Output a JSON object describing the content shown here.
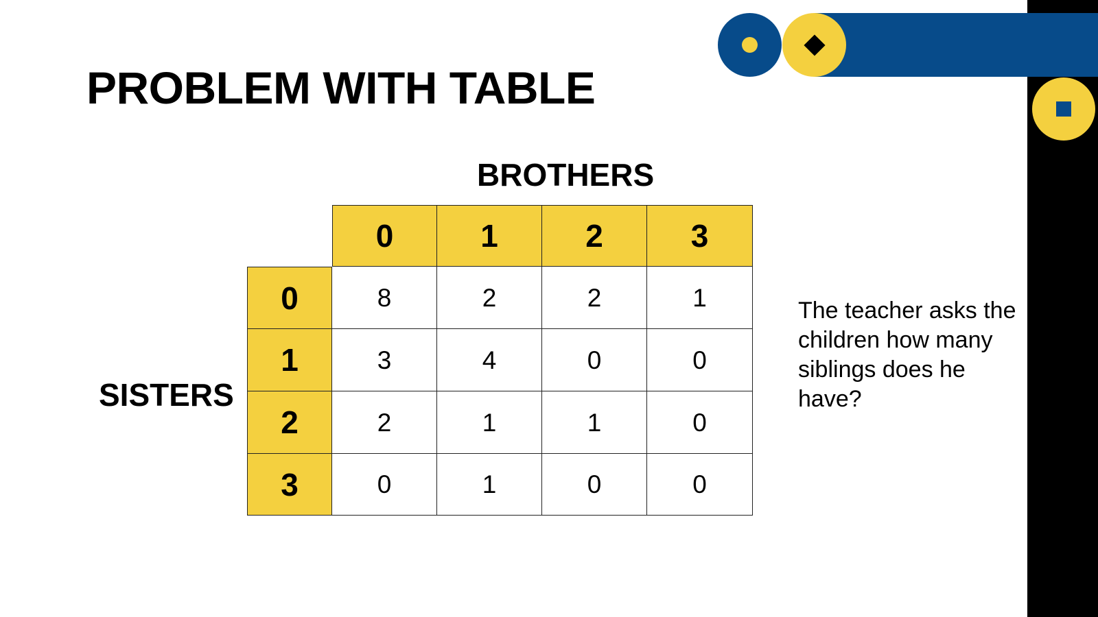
{
  "slide": {
    "title": "PROBLEM WITH TABLE",
    "column_axis_label": "BROTHERS",
    "row_axis_label": "SISTERS",
    "question": "The teacher asks the children how many siblings does he have?"
  },
  "colors": {
    "accent_yellow": "#f4d03f",
    "accent_blue": "#074b8a",
    "strip_black": "#000000",
    "background": "#ffffff"
  },
  "table": {
    "column_headers": [
      "0",
      "1",
      "2",
      "3"
    ],
    "rows": [
      {
        "header": "0",
        "cells": [
          "8",
          "2",
          "2",
          "1"
        ]
      },
      {
        "header": "1",
        "cells": [
          "3",
          "4",
          "0",
          "0"
        ]
      },
      {
        "header": "2",
        "cells": [
          "2",
          "1",
          "1",
          "0"
        ]
      },
      {
        "header": "3",
        "cells": [
          "0",
          "1",
          "0",
          "0"
        ]
      }
    ]
  },
  "chart_data": {
    "type": "table",
    "title": "PROBLEM WITH TABLE",
    "xlabel": "BROTHERS",
    "ylabel": "SISTERS",
    "columns": [
      "0",
      "1",
      "2",
      "3"
    ],
    "rows": [
      "0",
      "1",
      "2",
      "3"
    ],
    "values": [
      [
        8,
        2,
        2,
        1
      ],
      [
        3,
        4,
        0,
        0
      ],
      [
        2,
        1,
        1,
        0
      ],
      [
        0,
        1,
        0,
        0
      ]
    ]
  }
}
